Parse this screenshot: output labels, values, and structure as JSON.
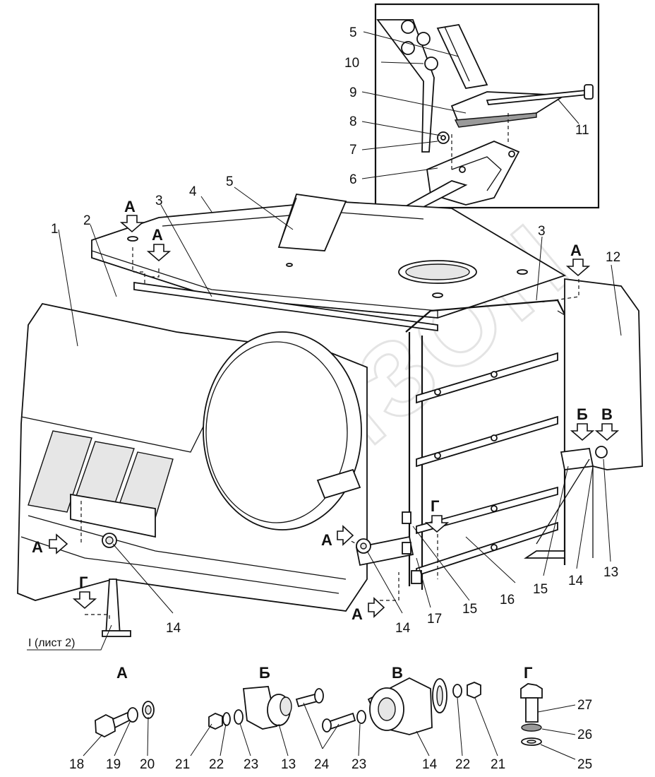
{
  "drawing": {
    "callouts": [
      "1",
      "2",
      "3",
      "4",
      "5",
      "3",
      "12",
      "5",
      "10",
      "9",
      "8",
      "7",
      "6",
      "11",
      "14",
      "14",
      "17",
      "15",
      "16",
      "15",
      "14",
      "13"
    ],
    "view_marks": {
      "a_marks": [
        "А",
        "А",
        "А",
        "А",
        "А",
        "А"
      ],
      "b_mark": "Б",
      "v_mark": "В",
      "g_marks": [
        "Г",
        "Г"
      ]
    },
    "sheet_ref": "I (лист 2)",
    "watermark_text": "БИЗОН"
  },
  "details": {
    "view_a": {
      "title": "А",
      "parts": [
        "18",
        "19",
        "20"
      ]
    },
    "view_b": {
      "title": "Б",
      "parts": [
        "21",
        "22",
        "23",
        "13",
        "24"
      ]
    },
    "view_v": {
      "title": "В",
      "parts": [
        "23",
        "14",
        "22",
        "21"
      ]
    },
    "view_g": {
      "title": "Г",
      "parts": [
        "27",
        "26",
        "25"
      ]
    }
  },
  "icons": {
    "view_direction": "view-arrow-icon",
    "bolt": "bolt-icon",
    "washer": "washer-icon",
    "nut": "nut-icon"
  },
  "colors": {
    "line": "#111111",
    "shade": "#e6e6e6",
    "background": "#ffffff"
  }
}
